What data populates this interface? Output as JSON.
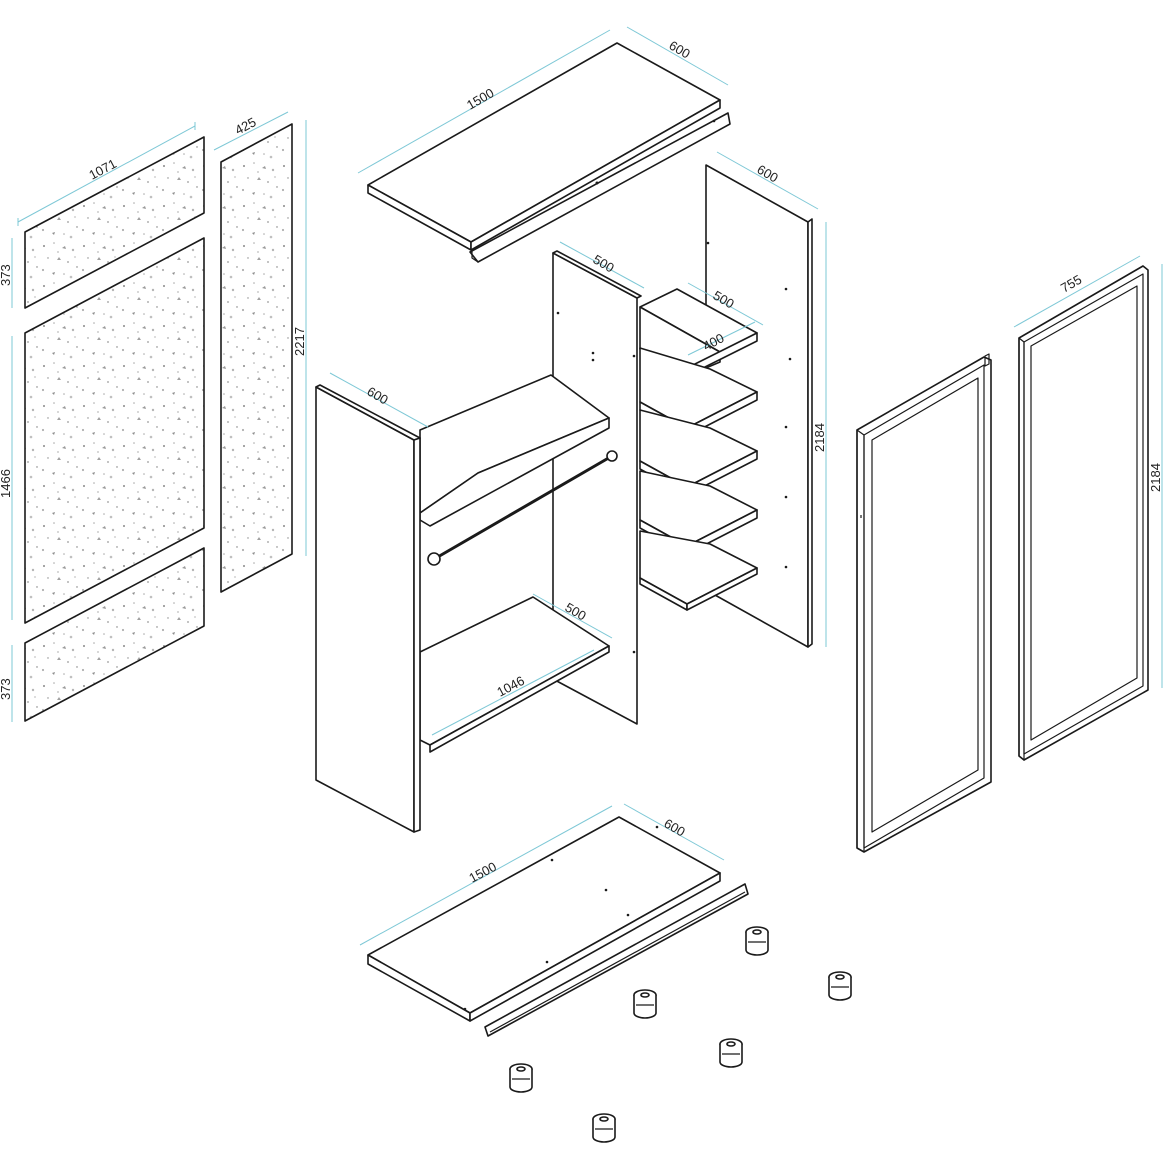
{
  "diagram": {
    "panels": {
      "mirror_top_height": "373",
      "mirror_top_width": "1071",
      "mirror_middle_height": "1466",
      "mirror_bottom_height": "373",
      "side_mirror_width": "425",
      "side_mirror_height": "2217"
    },
    "top_board": {
      "length": "1500",
      "depth": "600"
    },
    "bottom_board": {
      "length": "1500",
      "depth": "600"
    },
    "right_side_panel": {
      "depth": "600",
      "height": "2184"
    },
    "middle_divider": {
      "depth": "500"
    },
    "shelves": {
      "depth": "500",
      "width": "400"
    },
    "left_side_panel": {
      "depth": "600"
    },
    "lower_shelf": {
      "depth": "500",
      "width": "1046"
    },
    "door_frame": {
      "width": "755",
      "height": "2184"
    }
  }
}
